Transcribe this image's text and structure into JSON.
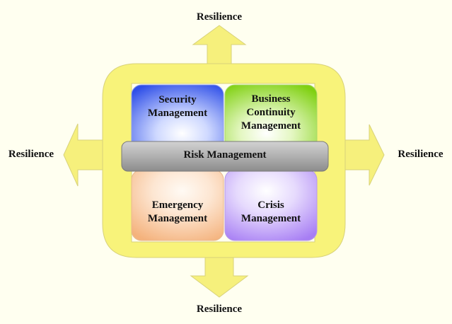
{
  "resilience": {
    "top": "Resilience",
    "bottom": "Resilience",
    "left": "Resilience",
    "right": "Resilience"
  },
  "quadrants": {
    "security": [
      "Security",
      "Management"
    ],
    "business": [
      "Business",
      "Continuity",
      "Management"
    ],
    "emergency": [
      "Emergency",
      "Management"
    ],
    "crisis": [
      "Crisis",
      "Management"
    ]
  },
  "bar": {
    "label": "Risk Management"
  },
  "colors": {
    "background": "#fffff0",
    "frame": "#f8f37a",
    "arrow": "#f6f07c",
    "security": "#3d5ef2",
    "business": "#8fdc24",
    "emergency": "#f7be8e",
    "crisis": "#b38cf6",
    "bar": "#a9a9a9"
  }
}
